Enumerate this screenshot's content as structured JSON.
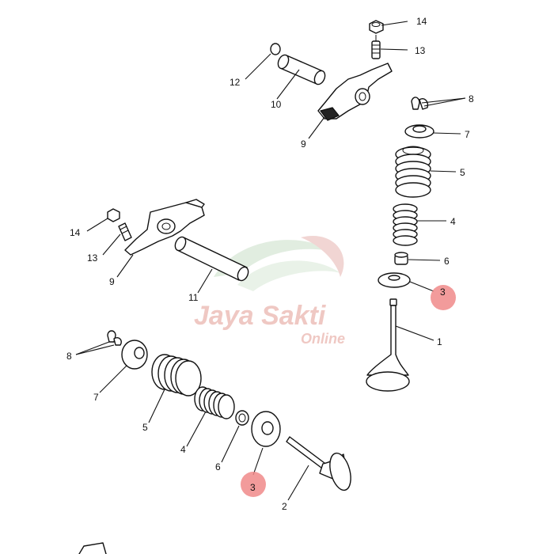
{
  "watermark": {
    "brand": "Jaya Sakti",
    "sub": "Online",
    "brand_color": "#e9b3ad",
    "logo_color": "#cfe3cf"
  },
  "highlight_color": "#f08a8a",
  "parts": {
    "p1": "1",
    "p2": "2",
    "p3a": "3",
    "p3b": "3",
    "p4a": "4",
    "p4b": "4",
    "p5a": "5",
    "p5b": "5",
    "p6a": "6",
    "p6b": "6",
    "p7a": "7",
    "p7b": "7",
    "p8a": "8",
    "p8b": "8",
    "p9a": "9",
    "p9b": "9",
    "p10": "10",
    "p11": "11",
    "p12": "12",
    "p13a": "13",
    "p13b": "13",
    "p14a": "14",
    "p14b": "14"
  }
}
